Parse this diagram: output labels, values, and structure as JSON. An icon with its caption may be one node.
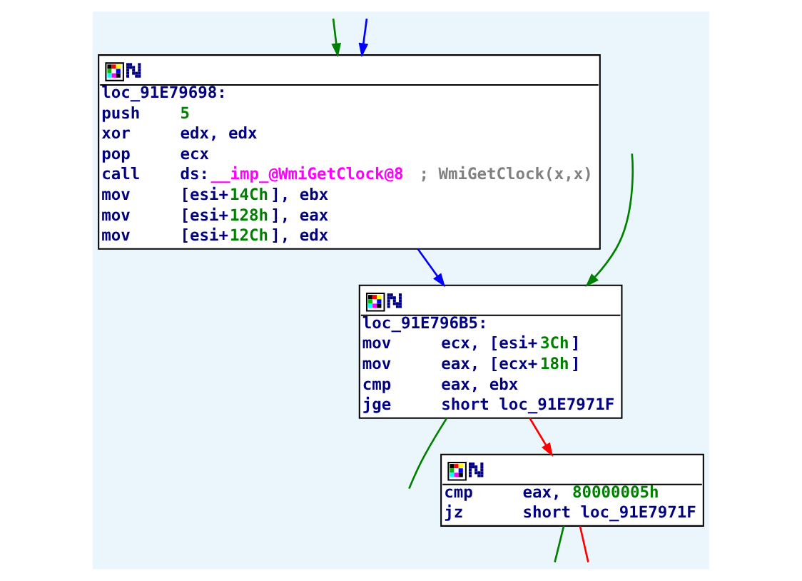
{
  "diagram": {
    "nodes": [
      {
        "text": [
          "loc_91E79698:",
          "push 5",
          "xor edx, edx",
          "pop ecx",
          "call ds:__imp_@WmiGetClock@8 ; WmiGetClock(x,x)",
          "mov [esi+14Ch], ebx",
          "mov [esi+128h], eax",
          "mov [esi+12Ch], edx"
        ]
      },
      {
        "text": [
          "loc_91E796B5:",
          "mov ecx, [esi+3Ch]",
          "mov eax, [ecx+18h]",
          "cmp eax, ebx",
          "jge short loc_91E7971F"
        ]
      },
      {
        "text": [
          "cmp eax, 80000005h",
          "jz short loc_91E7971F"
        ]
      }
    ],
    "edges": [
      {
        "from": null,
        "to": 0,
        "arrow": "to",
        "color": "#0000ff"
      },
      {
        "from": null,
        "to": 0,
        "arrow": "to"
      },
      {
        "from": 0,
        "to": 1,
        "arrow": "to",
        "color": "#0000ff"
      },
      {
        "from": null,
        "to": 1,
        "arrow": "to"
      },
      {
        "from": 1,
        "to": 2,
        "arrow": "to",
        "color": "#ff0000"
      },
      {
        "from": 1,
        "to": null,
        "arrow": "none"
      },
      {
        "from": 2,
        "to": null,
        "arrow": "none"
      },
      {
        "from": 2,
        "to": null,
        "arrow": "none",
        "color": "#ff0000"
      }
    ]
  }
}
